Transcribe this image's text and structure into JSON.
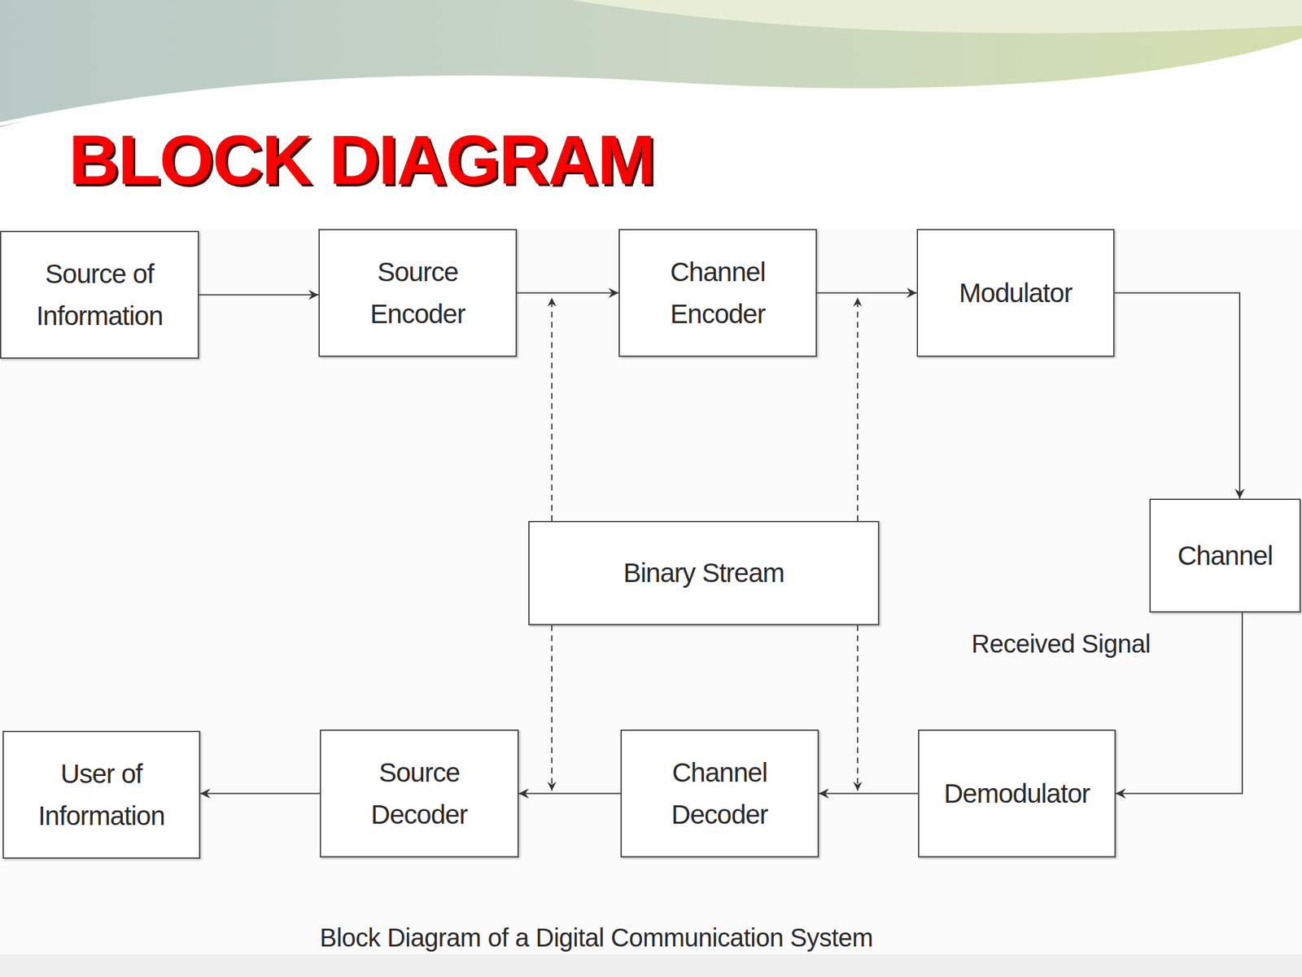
{
  "diagram": {
    "title": "BLOCK DIAGRAM",
    "caption": "Block Diagram of a Digital Communication System",
    "nodes": [
      {
        "text": [
          "Source of Information"
        ]
      },
      {
        "text": [
          "Source Encoder"
        ]
      },
      {
        "text": [
          "Channel Encoder"
        ]
      },
      {
        "text": [
          "Modulator"
        ]
      },
      {
        "text": [
          "Channel"
        ]
      },
      {
        "text": [
          "Binary Stream"
        ]
      },
      {
        "text": [
          "User of Information"
        ]
      },
      {
        "text": [
          "Source Decoder"
        ]
      },
      {
        "text": [
          "Channel Decoder"
        ]
      },
      {
        "text": [
          "Demodulator"
        ]
      }
    ],
    "edges": [
      {
        "from": 0,
        "to": 1,
        "arrow": "to"
      },
      {
        "from": 1,
        "to": 2,
        "arrow": "to"
      },
      {
        "from": 2,
        "to": 3,
        "arrow": "to"
      },
      {
        "from": 3,
        "to": 4,
        "arrow": "to"
      },
      {
        "from": 4,
        "to": 9,
        "arrow": "to"
      },
      {
        "from": 9,
        "to": 8,
        "arrow": "to"
      },
      {
        "from": 8,
        "to": 7,
        "arrow": "to"
      },
      {
        "from": 7,
        "to": 6,
        "arrow": "to"
      }
    ],
    "labels": [
      "Received Signal"
    ]
  }
}
